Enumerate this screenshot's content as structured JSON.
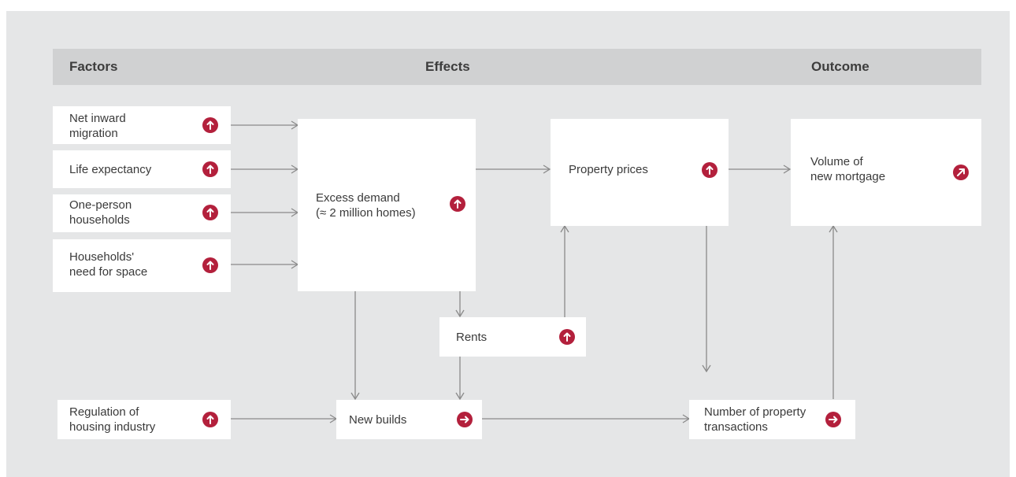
{
  "header": {
    "factors": "Factors",
    "effects": "Effects",
    "outcome": "Outcome"
  },
  "nodes": {
    "net_inward_migration": {
      "label": "Net inward\nmigration",
      "trend": "up"
    },
    "life_expectancy": {
      "label": "Life expectancy",
      "trend": "up"
    },
    "one_person_households": {
      "label": "One-person\nhouseholds",
      "trend": "up"
    },
    "households_need_for_space": {
      "label": "Households'\nneed for space",
      "trend": "up"
    },
    "excess_demand": {
      "label": "Excess demand\n(≈ 2 million homes)",
      "trend": "up"
    },
    "property_prices": {
      "label": "Property prices",
      "trend": "up"
    },
    "volume_of_new_mortgage": {
      "label": "Volume of\nnew mortgage",
      "trend": "up-right"
    },
    "rents": {
      "label": "Rents",
      "trend": "up"
    },
    "regulation_of_housing_industry": {
      "label": "Regulation of\nhousing industry",
      "trend": "up"
    },
    "new_builds": {
      "label": "New builds",
      "trend": "right"
    },
    "number_of_property_transactions": {
      "label": "Number of property\ntransactions",
      "trend": "right"
    }
  },
  "colors": {
    "background": "#e5e6e7",
    "header": "#d0d1d2",
    "box": "#ffffff",
    "badge": "#b3203c",
    "arrow": "#8a8a8a"
  },
  "icons": {
    "up": "arrow-up-icon",
    "right": "arrow-right-icon",
    "up_right": "arrow-up-right-icon"
  }
}
